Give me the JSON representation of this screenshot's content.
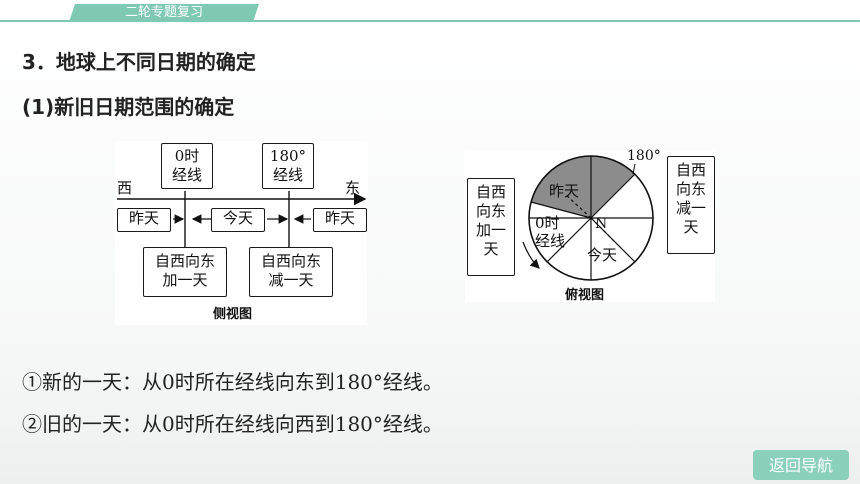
{
  "header": {
    "section_tab": "二轮专题复习"
  },
  "headings": {
    "h1": "3．地球上不同日期的确定",
    "h2": "(1)新旧日期范围的确定"
  },
  "side_view": {
    "west": "西",
    "east": "东",
    "meridian_0": [
      "0时",
      "经线"
    ],
    "meridian_180": [
      "180°",
      "经线"
    ],
    "yesterday_left": "昨天",
    "today": "今天",
    "yesterday_right": "昨天",
    "add_day": [
      "自西向东",
      "加一天"
    ],
    "sub_day": [
      "自西向东",
      "减一天"
    ],
    "caption": "侧视图"
  },
  "top_view": {
    "add_day": [
      "自西",
      "向东",
      "加一",
      "天"
    ],
    "sub_day": [
      "自西",
      "向东",
      "减一",
      "天"
    ],
    "label_180": "180°",
    "yesterday": "昨天",
    "today": "今天",
    "meridian_0": [
      "0时",
      "经线"
    ],
    "north": "N",
    "caption": "俯视图"
  },
  "body": {
    "line1": "①新的一天：从0时所在经线向东到180°经线。",
    "line2": "②旧的一天：从0时所在经线向西到180°经线。"
  },
  "nav": {
    "back_label": "返回导航"
  },
  "colors": {
    "accent": "#7fc9b4",
    "button": "#8ad0bd",
    "shade": "#8c8c8c"
  }
}
